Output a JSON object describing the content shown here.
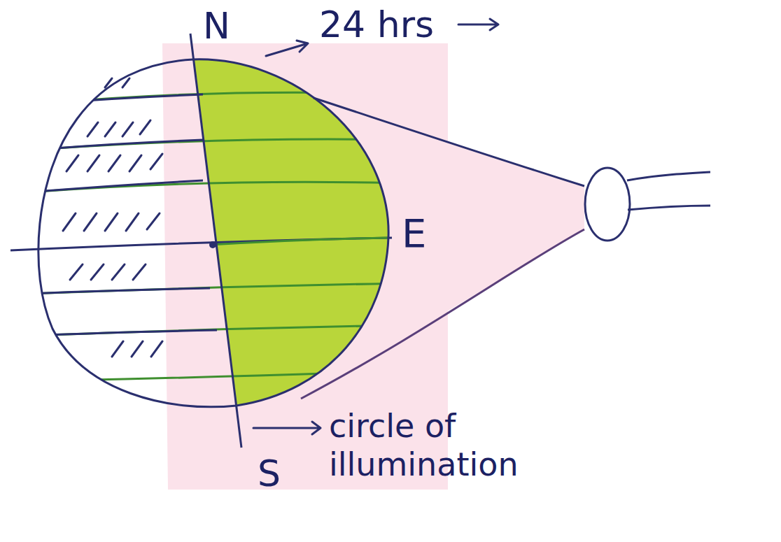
{
  "diagram": {
    "labels": [
      "N",
      "24 hrs",
      "E",
      "S",
      "circle of illumination"
    ]
  }
}
